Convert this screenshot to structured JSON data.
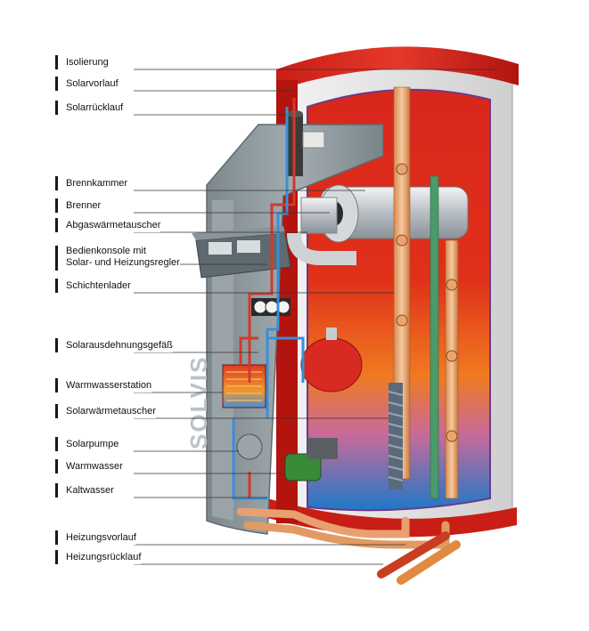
{
  "labels": {
    "isolierung": "Isolierung",
    "solarvorlauf": "Solarvorlauf",
    "solarruecklauf": "Solarrücklauf",
    "brennkammer": "Brennkammer",
    "brenner": "Brenner",
    "abgaswaermetauscher": "Abgaswärmetauscher",
    "bedienkonsole_line1": "Bedienkonsole mit",
    "bedienkonsole_line2": "Solar- und Heizungsregler",
    "schichtenlader": "Schichtenlader",
    "solarausdehnungsgefaess": "Solarausdehnungsgefäß",
    "warmwasserstation": "Warmwasserstation",
    "solarwaermetauscher": "Solarwärmetauscher",
    "solarpumpe": "Solarpumpe",
    "warmwasser": "Warmwasser",
    "kaltwasser": "Kaltwasser",
    "heizungsvorlauf": "Heizungsvorlauf",
    "heizungsruecklauf": "Heizungsrücklauf"
  },
  "brand_mark": "SOLVIS",
  "colors": {
    "tank_shell": "#d9261c",
    "tank_hot": "#e0301a",
    "tank_mid": "#f07a20",
    "tank_cold": "#1e78c8",
    "insulation": "#e4e4e4",
    "housing": "#8c979c",
    "copper_pipe": "#e6a26a",
    "solar_pipe_hot": "#d23a2a",
    "solar_pipe_cold": "#3a8fd8"
  }
}
